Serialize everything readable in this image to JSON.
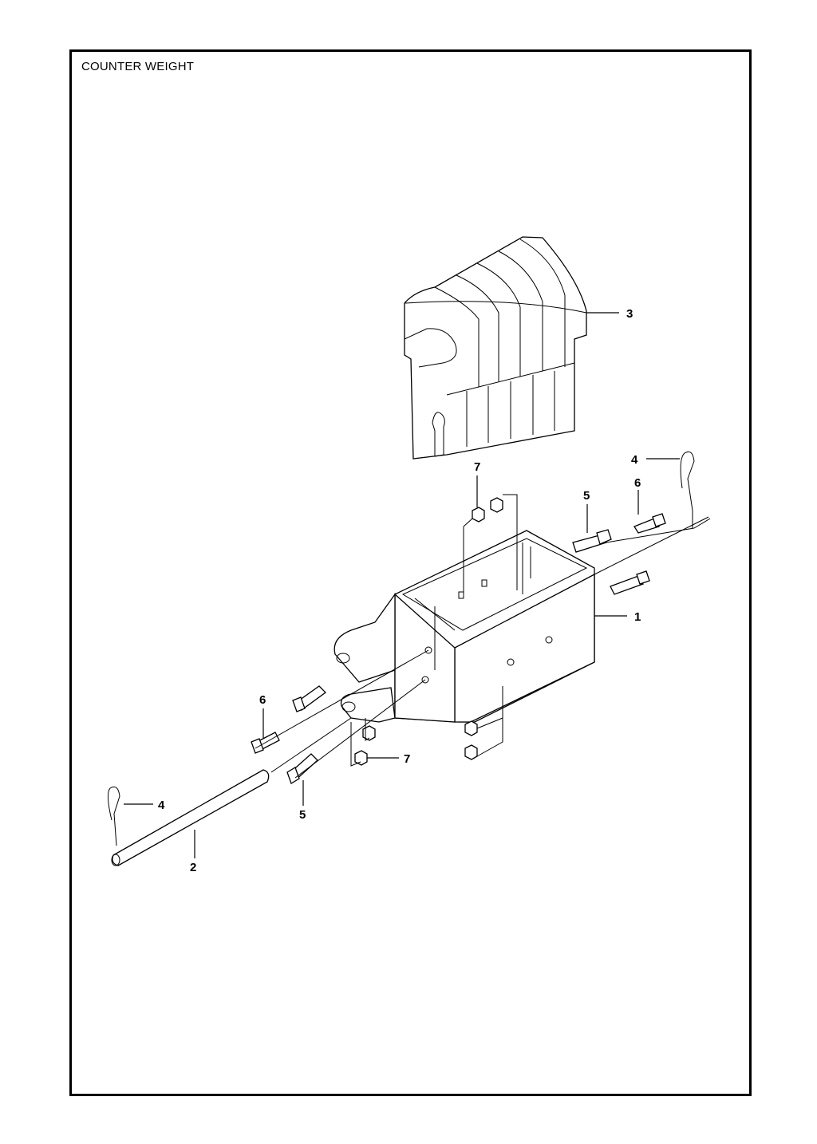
{
  "header": {
    "title": "COUNTER WEIGHT"
  },
  "callouts": [
    {
      "id": "c1",
      "label": "1"
    },
    {
      "id": "c2",
      "label": "2"
    },
    {
      "id": "c3",
      "label": "3"
    },
    {
      "id": "c4a",
      "label": "4"
    },
    {
      "id": "c4b",
      "label": "4"
    },
    {
      "id": "c5a",
      "label": "5"
    },
    {
      "id": "c5b",
      "label": "5"
    },
    {
      "id": "c6a",
      "label": "6"
    },
    {
      "id": "c6b",
      "label": "6"
    },
    {
      "id": "c7a",
      "label": "7"
    },
    {
      "id": "c7b",
      "label": "7"
    }
  ]
}
